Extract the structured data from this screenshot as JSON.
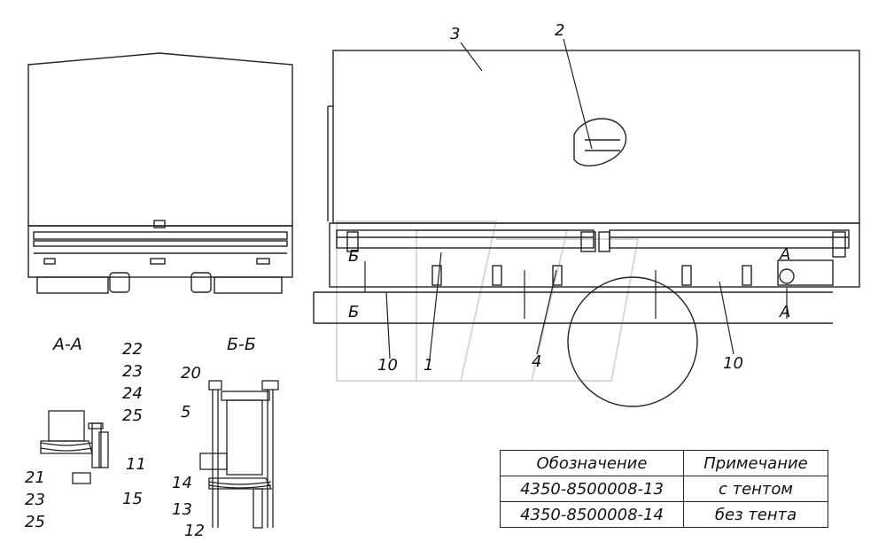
{
  "callouts": {
    "c1": "1",
    "c2": "2",
    "c3": "3",
    "c4": "4",
    "c10a": "10",
    "c10b": "10",
    "sectionA": "А",
    "sectionAlow": "А",
    "sectionB": "Б",
    "sectionBlow": "Б"
  },
  "sections": {
    "aa_title": "А-А",
    "bb_title": "Б-Б"
  },
  "aa_labels": {
    "l22": "22",
    "l23a": "23",
    "l24": "24",
    "l25a": "25",
    "l11": "11",
    "l15": "15",
    "l21": "21",
    "l23b": "23",
    "l25b": "25"
  },
  "bb_labels": {
    "l20": "20",
    "l5": "5",
    "l14": "14",
    "l13": "13",
    "l12": "12"
  },
  "table": {
    "headers": [
      "Обозначение",
      "Примечание"
    ],
    "rows": [
      [
        "4350-8500008-13",
        "с тентом"
      ],
      [
        "4350-8500008-14",
        "без тента"
      ]
    ]
  }
}
